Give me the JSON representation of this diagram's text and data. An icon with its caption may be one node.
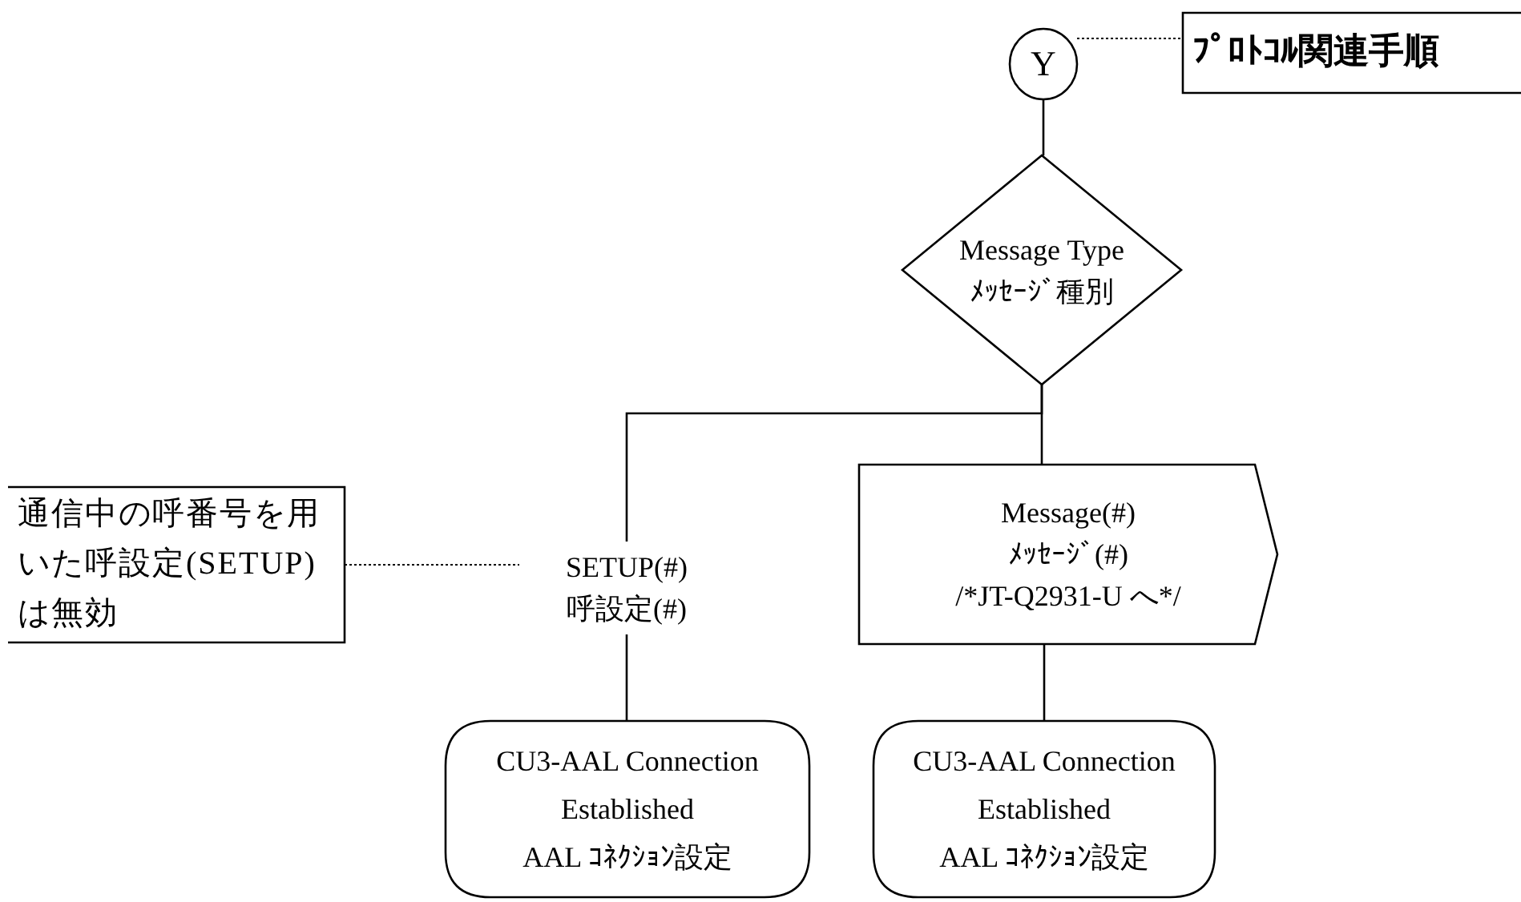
{
  "diagram": {
    "nodes": [
      {
        "text": [
          "Y"
        ]
      },
      {
        "text": [
          "ﾌﾟﾛﾄｺﾙ関連手順"
        ]
      },
      {
        "text": [
          "Message Type",
          "ﾒｯｾｰｼﾞ種別"
        ]
      },
      {
        "text": [
          "SETUP(#)",
          "呼設定(#)"
        ]
      },
      {
        "text": [
          "通信中の呼番号を用いた呼設定(SETUP)は無効"
        ]
      },
      {
        "text": [
          "Message(#)",
          "ﾒｯｾｰｼﾞ(#)",
          "/*JT-Q2931-U へ*/"
        ]
      },
      {
        "text": [
          "CU3-AAL Connection Established",
          "AAL ｺﾈｸｼｮﾝ設定"
        ]
      },
      {
        "text": [
          "CU3-AAL Connection Established",
          "AAL ｺﾈｸｼｮﾝ設定"
        ]
      }
    ],
    "edges": [
      {
        "from": 0,
        "to": 1,
        "arrow": "none",
        "style": "dashed"
      },
      {
        "from": 0,
        "to": 2,
        "arrow": "none"
      },
      {
        "from": 2,
        "to": 3,
        "arrow": "none"
      },
      {
        "from": 2,
        "to": 5,
        "arrow": "none"
      },
      {
        "from": 4,
        "to": 3,
        "arrow": "none",
        "style": "dashed"
      },
      {
        "from": 3,
        "to": 6,
        "arrow": "none"
      },
      {
        "from": 5,
        "to": 7,
        "arrow": "none"
      }
    ]
  }
}
